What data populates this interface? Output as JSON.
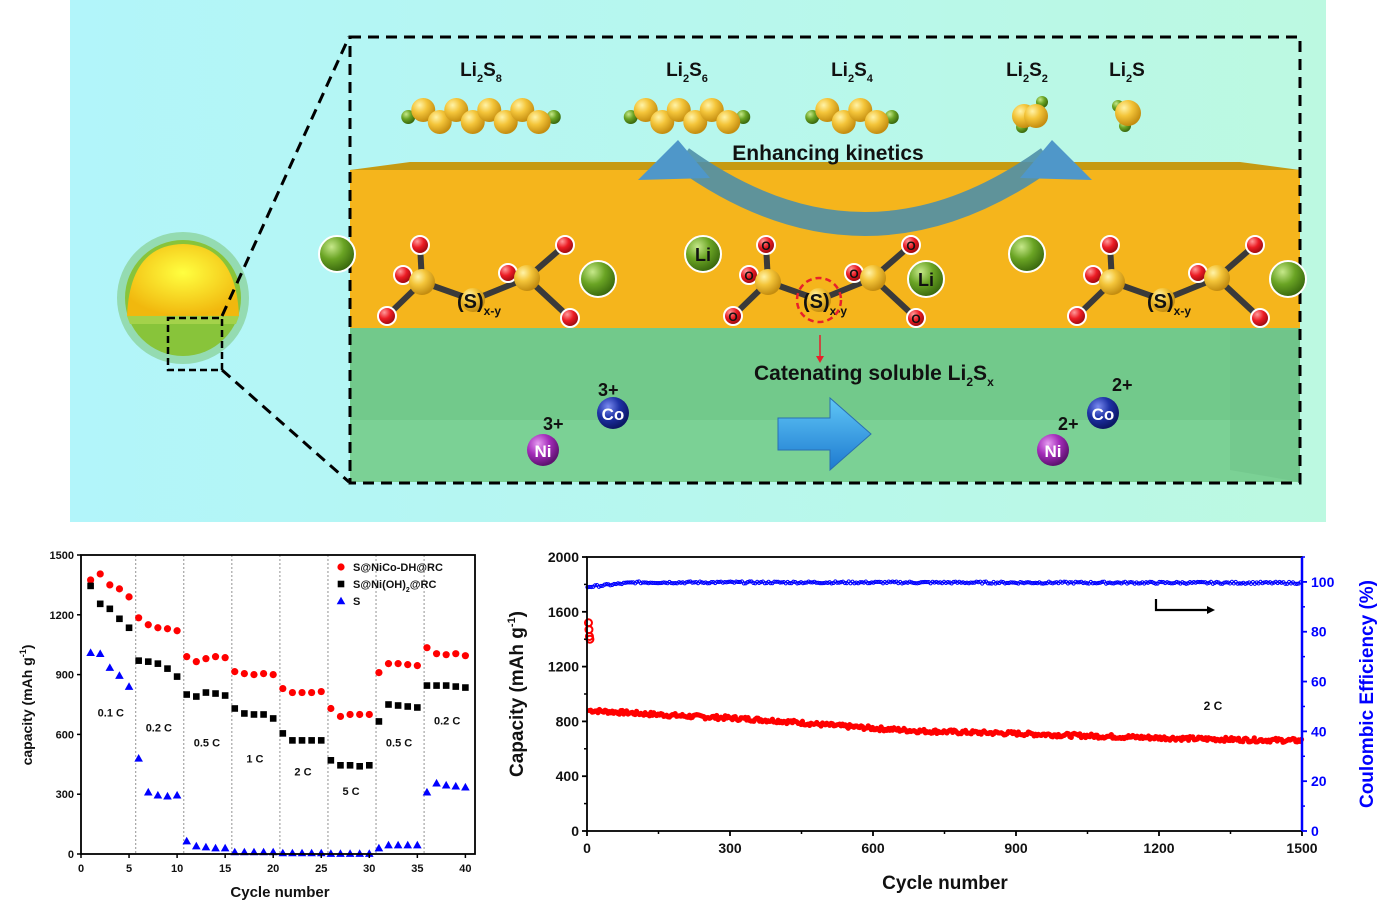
{
  "schematic": {
    "polysulfides": [
      {
        "label": "Li2S8",
        "base": "Li",
        "sub1": "2",
        "mid": "S",
        "sub2": "8"
      },
      {
        "label": "Li2S6",
        "base": "Li",
        "sub1": "2",
        "mid": "S",
        "sub2": "6"
      },
      {
        "label": "Li2S4",
        "base": "Li",
        "sub1": "2",
        "mid": "S",
        "sub2": "4"
      },
      {
        "label": "Li2S2",
        "base": "Li",
        "sub1": "2",
        "mid": "S",
        "sub2": "2"
      },
      {
        "label": "Li2S",
        "base": "Li",
        "sub1": "2",
        "mid": "S",
        "sub2": ""
      }
    ],
    "enhancing_label": "Enhancing kinetics",
    "catenating_label": "Catenating soluble Li",
    "catenating_sub1": "2",
    "catenating_S": "S",
    "catenating_sub2": "x",
    "thiosulfate_S": "(S)",
    "thiosulfate_sub": "x-y",
    "li_label": "Li",
    "o_label": "O",
    "left_ions": {
      "co": "Co",
      "ni": "Ni",
      "co_charge": "3+",
      "ni_charge": "3+"
    },
    "right_ions": {
      "co": "Co",
      "ni": "Ni",
      "co_charge": "2+",
      "ni_charge": "2+"
    },
    "colors": {
      "background": "#b3f3f8",
      "background_right": "#bdf8e2",
      "sulfur_layer": "#f6b81c",
      "hydroxide_layer": "#74c98a",
      "arrow_blue": "#4f9bc4",
      "li_green": "#5e9a1e",
      "sulfur_yellow": "#f2c53a",
      "oxygen_red": "#e8202a",
      "co_blue": "#1c2e9c",
      "ni_purple": "#9a2ab0"
    }
  },
  "chart_data": [
    {
      "type": "scatter",
      "title": "",
      "xlabel": "Cycle number",
      "ylabel": "capacity (mAh g-1)",
      "ylabel_main": "capacity (mAh g",
      "ylabel_sup": "-1",
      "ylabel_end": ")",
      "xlim": [
        0,
        41
      ],
      "ylim": [
        0,
        1500
      ],
      "xticks": [
        0,
        5,
        10,
        15,
        20,
        25,
        30,
        35,
        40
      ],
      "yticks": [
        0,
        300,
        600,
        900,
        1200,
        1500
      ],
      "legend_position": "top-right",
      "rate_dividers": [
        5.7,
        10.7,
        15.7,
        20.7,
        25.7,
        30.7,
        35.7
      ],
      "rate_labels": [
        {
          "text": "0.1 C",
          "x": 3.1,
          "y": 690
        },
        {
          "text": "0.2 C",
          "x": 8.1,
          "y": 615
        },
        {
          "text": "0.5 C",
          "x": 13.1,
          "y": 540
        },
        {
          "text": "1 C",
          "x": 18.1,
          "y": 460
        },
        {
          "text": "2 C",
          "x": 23.1,
          "y": 395
        },
        {
          "text": "5 C",
          "x": 28.1,
          "y": 295
        },
        {
          "text": "0.5 C",
          "x": 33.1,
          "y": 540
        },
        {
          "text": "0.2 C",
          "x": 38.1,
          "y": 650
        }
      ],
      "x": [
        1,
        2,
        3,
        4,
        5,
        6,
        7,
        8,
        9,
        10,
        11,
        12,
        13,
        14,
        15,
        16,
        17,
        18,
        19,
        20,
        21,
        22,
        23,
        24,
        25,
        26,
        27,
        28,
        29,
        30,
        31,
        32,
        33,
        34,
        35,
        36,
        37,
        38,
        39,
        40
      ],
      "series": [
        {
          "name": "S@NiCo-DH@RC",
          "legend": "S@NiCo-DH@RC",
          "color": "#ff0000",
          "marker": "circle",
          "values": [
            1375,
            1405,
            1350,
            1330,
            1290,
            1185,
            1150,
            1135,
            1130,
            1120,
            990,
            965,
            980,
            990,
            985,
            915,
            905,
            900,
            905,
            900,
            830,
            810,
            810,
            810,
            815,
            730,
            690,
            700,
            700,
            700,
            910,
            955,
            955,
            950,
            945,
            1035,
            1005,
            1000,
            1005,
            995
          ]
        },
        {
          "name": "S@Ni(OH)2@RC",
          "legend": "S@Ni(OH)",
          "legend_sub": "2",
          "legend_end": "@RC",
          "color": "#000000",
          "marker": "square",
          "values": [
            1345,
            1255,
            1230,
            1180,
            1135,
            970,
            965,
            955,
            930,
            890,
            800,
            790,
            810,
            805,
            795,
            730,
            705,
            700,
            700,
            680,
            605,
            570,
            570,
            570,
            570,
            470,
            445,
            445,
            440,
            445,
            665,
            750,
            745,
            740,
            735,
            845,
            845,
            845,
            840,
            835
          ]
        },
        {
          "name": "S",
          "legend": "S",
          "color": "#0000ff",
          "marker": "triangle",
          "values": [
            1010,
            1005,
            935,
            895,
            840,
            480,
            310,
            295,
            290,
            295,
            65,
            40,
            35,
            30,
            30,
            10,
            10,
            10,
            10,
            10,
            5,
            5,
            5,
            5,
            5,
            2,
            2,
            2,
            2,
            2,
            30,
            45,
            45,
            45,
            45,
            310,
            355,
            345,
            340,
            335
          ]
        }
      ]
    },
    {
      "type": "scatter",
      "title": "",
      "xlabel": "Cycle number",
      "ylabel": "Capacity (mAh g-1)",
      "ylabel_main": "Capacity (mAh g",
      "ylabel_sup": "-1",
      "ylabel_end": ")",
      "y2label": "Coulombic Efficiency (%)",
      "xlim": [
        0,
        1500
      ],
      "ylim": [
        0,
        2000
      ],
      "y2lim": [
        0,
        110
      ],
      "xticks": [
        0,
        300,
        600,
        900,
        1200,
        1500
      ],
      "yticks": [
        0,
        400,
        800,
        1200,
        1600,
        2000
      ],
      "y2ticks": [
        0,
        20,
        40,
        60,
        80,
        100
      ],
      "annotation": "2 C",
      "annotation_pos": {
        "x": 1240,
        "y": 910
      },
      "arrow_hint": "right-axis",
      "series": [
        {
          "name": "Capacity",
          "axis": "left",
          "color": "#ff0000",
          "initial_points": [
            [
              1,
              1520
            ],
            [
              2,
              1470
            ],
            [
              3,
              1420
            ],
            [
              4,
              1400
            ]
          ],
          "trend": [
            [
              5,
              880
            ],
            [
              100,
              860
            ],
            [
              200,
              840
            ],
            [
              300,
              825
            ],
            [
              400,
              805
            ],
            [
              500,
              775
            ],
            [
              600,
              750
            ],
            [
              700,
              730
            ],
            [
              800,
              720
            ],
            [
              900,
              712
            ],
            [
              1000,
              700
            ],
            [
              1100,
              690
            ],
            [
              1200,
              680
            ],
            [
              1300,
              672
            ],
            [
              1400,
              665
            ],
            [
              1500,
              660
            ]
          ]
        },
        {
          "name": "Coulombic Efficiency",
          "axis": "right",
          "color": "#0000ff",
          "trend": [
            [
              1,
              98
            ],
            [
              100,
              99.8
            ],
            [
              500,
              99.8
            ],
            [
              1000,
              99.7
            ],
            [
              1500,
              99.6
            ]
          ]
        }
      ]
    }
  ]
}
